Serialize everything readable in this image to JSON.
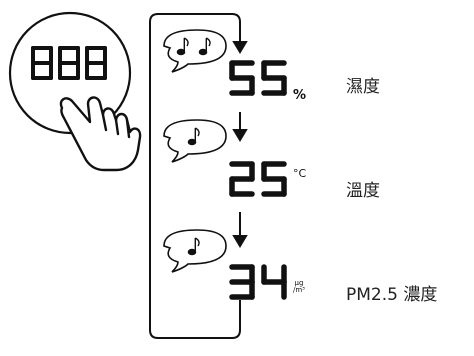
{
  "device": {
    "display_digits": "888",
    "icon": "hand-pressing-button-icon"
  },
  "sequence": [
    {
      "beeps": 2,
      "beep_icon": "double-music-note-icon",
      "value": "55",
      "unit": "%",
      "label": "濕度"
    },
    {
      "beeps": 1,
      "beep_icon": "music-note-icon",
      "value": "25",
      "unit": "°C",
      "label": "溫度"
    },
    {
      "beeps": 1,
      "beep_icon": "music-note-icon",
      "value": "34",
      "unit_top": "µg",
      "unit_bottom": "/m³",
      "label": "PM2.5 濃度"
    }
  ],
  "loop_arrow_icon": "loop-arrow-icon"
}
